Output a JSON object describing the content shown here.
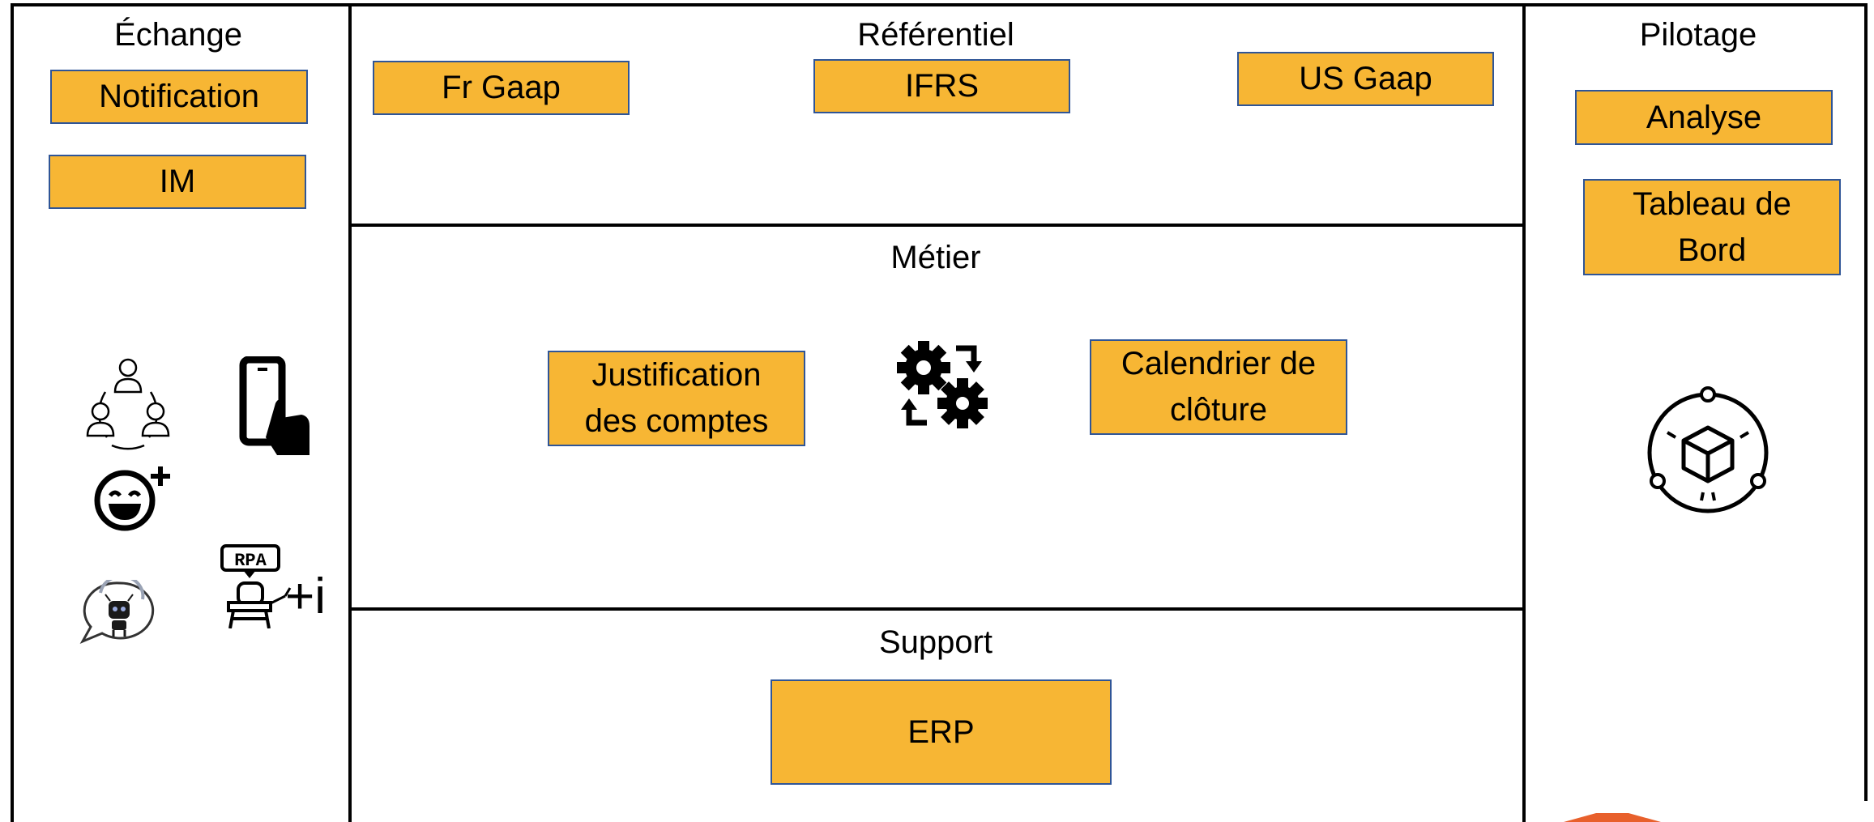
{
  "colors": {
    "box_fill": "#F7B634",
    "box_border": "#2F5597",
    "lines": "#000000",
    "accent_corner": "#E8602C"
  },
  "echange": {
    "title": "Échange",
    "notification": "Notification",
    "im": "IM",
    "icons": {
      "team": "team-network-icon",
      "phone": "phone-touch-icon",
      "emoji": "smile-plus-icon",
      "chatbot": "chatbot-icon",
      "rpa_badge": "RPA",
      "rpa_suffix": "+i"
    }
  },
  "referentiel": {
    "title": "Référentiel",
    "fr_gaap": "Fr Gaap",
    "ifrs": "IFRS",
    "us_gaap": "US Gaap"
  },
  "metier": {
    "title": "Métier",
    "justification_line1": "Justification",
    "justification_line2": "des comptes",
    "calendrier_line1": "Calendrier de",
    "calendrier_line2": "clôture",
    "icon": "gears-cycle-icon"
  },
  "support": {
    "title": "Support",
    "erp": "ERP"
  },
  "pilotage": {
    "title": "Pilotage",
    "analyse": "Analyse",
    "tableau_line1": "Tableau de",
    "tableau_line2": "Bord",
    "icon": "cube-network-icon"
  }
}
